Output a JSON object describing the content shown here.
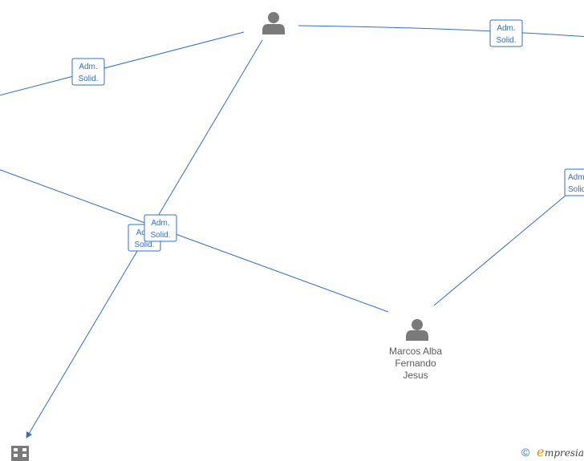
{
  "diagram": {
    "edge_labels": [
      {
        "line1": "Adm.",
        "line2": "Solid."
      },
      {
        "line1": "Adm.",
        "line2": "Solid."
      },
      {
        "line1": "Adm",
        "line2": "Solid."
      },
      {
        "line1": "Adm.",
        "line2": "Solid."
      },
      {
        "line1": "Adm",
        "line2": "Solid."
      }
    ],
    "persons": [
      {
        "name_lines": []
      },
      {
        "name_lines": [
          "Marcos Alba",
          "Fernando",
          "Jesus"
        ]
      }
    ],
    "icons": {
      "person": "person-icon",
      "company": "building-icon"
    },
    "colors": {
      "edge": "#2f6fc9",
      "icon": "#7a7a7a"
    }
  },
  "footer": {
    "copyright_symbol": "©",
    "brand_initial": "e",
    "brand_rest": "mpresia"
  }
}
